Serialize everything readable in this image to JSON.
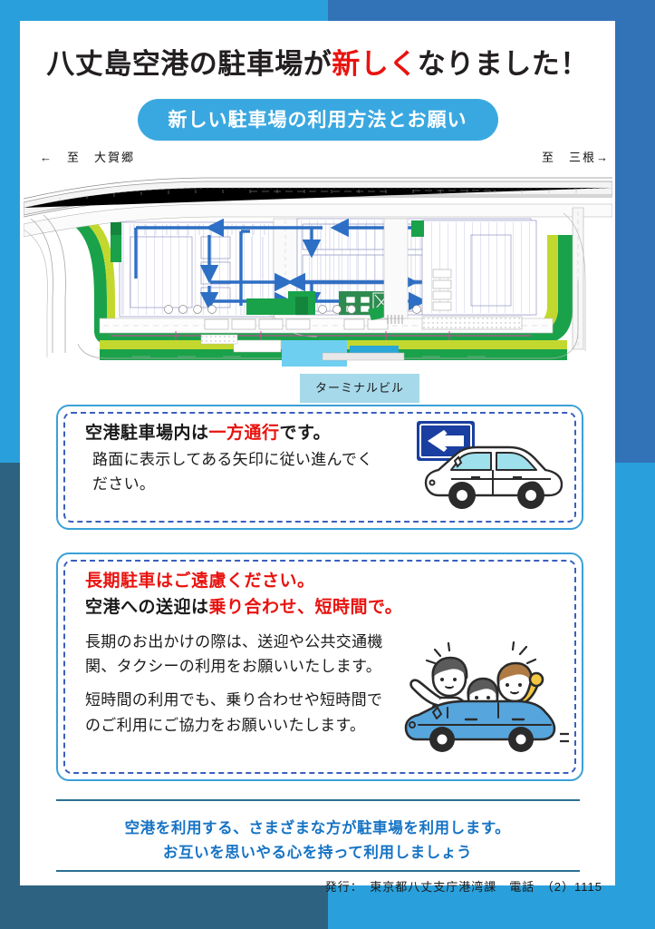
{
  "page": {
    "title_pre": "八丈島空港の駐車場が",
    "title_hl": "新しく",
    "title_post": "なりました！",
    "subtitle": "新しい駐車場の利用方法とお願い"
  },
  "map": {
    "road_left": "←　至　大賀郷",
    "road_right": "至　三根→",
    "terminal_label": "ターミナルビル",
    "arrow_color": "#2d6fc4",
    "grass_color": "#1aa24a",
    "grass_light_color": "#c3d82e",
    "water_color": "#6ecff0",
    "building_color": "#2e8b4f"
  },
  "panel1": {
    "heading_pre": "空港駐車場内は",
    "heading_hl": "一方通行",
    "heading_post": "です。",
    "line1": "路面に表示してある矢印に従い進んでく",
    "line2": "ださい。",
    "icon_sign": "one-way-left-sign",
    "icon_car": "white-car-illustration",
    "sign_color": "#1a3fa0"
  },
  "panel2": {
    "heading1": "長期駐車はご遠慮ください。",
    "heading2_pre": "空港への送迎は",
    "heading2_hl": "乗り合わせ、短時間で。",
    "body1_line1": "長期のお出かけの際は、送迎や公共交通機",
    "body1_line2": "関、タクシーの利用をお願いいたします。",
    "body2_line1": "短時間の利用でも、乗り合わせや短時間で",
    "body2_line2": "のご利用にご協力をお願いいたします。",
    "icon_car": "blue-car-with-family-illustration",
    "car_color": "#56a5dd",
    "shirt_color": "#f4c741",
    "heading_red": "#e8130f"
  },
  "footer": {
    "message1": "空港を利用する、さまざまな方が駐車場を利用します。",
    "message2": "お互いを思いやる心を持って利用しましょう",
    "publisher": "発行：　東京都八丈支庁港湾課　電話　（2）1115",
    "message_color": "#1673c4",
    "rule_color": "#2c6f93"
  },
  "frame_colors": {
    "top_left": "#29a0dc",
    "top_right": "#3273b8",
    "bottom_left": "#2d6380",
    "bottom_right": "#29a0dc"
  }
}
